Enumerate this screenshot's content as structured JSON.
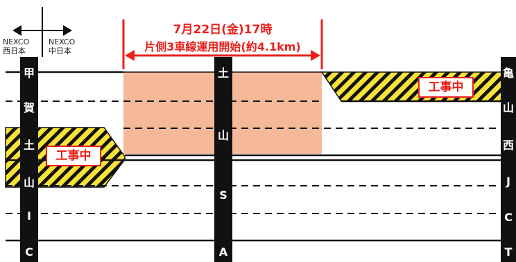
{
  "boundary": {
    "left_company": "NEXCO",
    "left_region": "西日本",
    "right_company": "NEXCO",
    "right_region": "中日本"
  },
  "announcement": {
    "line1": "7月22日(金)17時",
    "line2": "片側3車線運用開始(約4.1km)"
  },
  "construction_label": "工事中",
  "interchanges": [
    {
      "name": "甲賀土山IC",
      "chars": [
        "甲",
        "賀",
        "土",
        "山",
        "I",
        "C"
      ]
    },
    {
      "name": "土山SA",
      "chars": [
        "土",
        "山",
        "S",
        "A"
      ]
    },
    {
      "name": "亀山西JCT",
      "chars": [
        "亀",
        "山",
        "西",
        "J",
        "C",
        "T"
      ]
    }
  ],
  "colors": {
    "accent_red": "#e8211d",
    "new_lane_fill": "#f5b999",
    "hatch_yellow": "#f7e23a",
    "pillar": "#111111",
    "road_line": "#111111"
  }
}
